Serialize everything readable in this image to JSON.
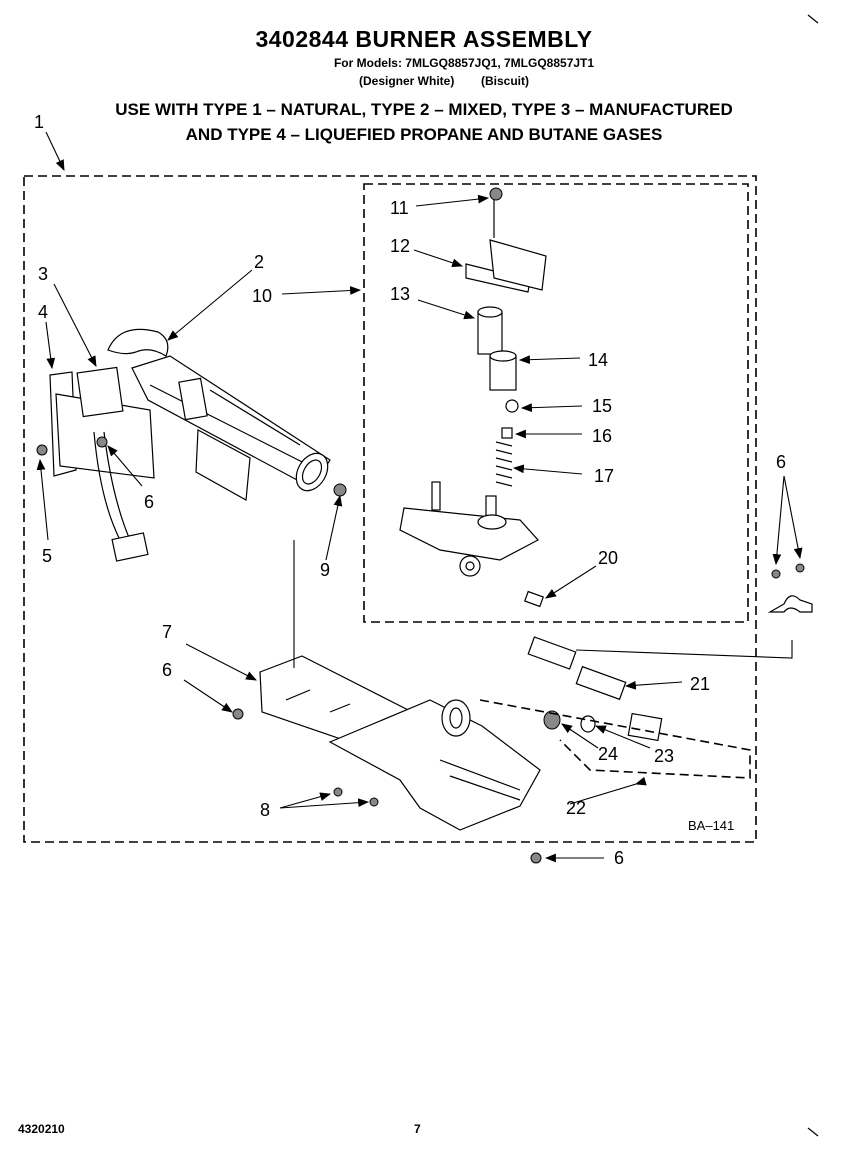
{
  "header": {
    "title": "3402844 BURNER ASSEMBLY",
    "models": "For Models: 7MLGQ8857JQ1, 7MLGQ8857JT1",
    "finish": "(Designer White)        (Biscuit)",
    "note_line1": "USE WITH TYPE 1 – NATURAL, TYPE 2 – MIXED, TYPE 3 – MANUFACTURED",
    "note_line2": "AND TYPE 4 – LIQUEFIED PROPANE AND BUTANE GASES"
  },
  "callouts": {
    "c1": "1",
    "c2": "2",
    "c3": "3",
    "c4": "4",
    "c5": "5",
    "c6a": "6",
    "c6b": "6",
    "c6c": "6",
    "c6d": "6",
    "c7": "7",
    "c8": "8",
    "c9": "9",
    "c10": "10",
    "c11": "11",
    "c12": "12",
    "c13": "13",
    "c14": "14",
    "c15": "15",
    "c16": "16",
    "c17": "17",
    "c20": "20",
    "c21": "21",
    "c22": "22",
    "c23": "23",
    "c24": "24"
  },
  "diagram_code": "BA–141",
  "footer": {
    "doc_number": "4320210",
    "page_number": "7"
  }
}
